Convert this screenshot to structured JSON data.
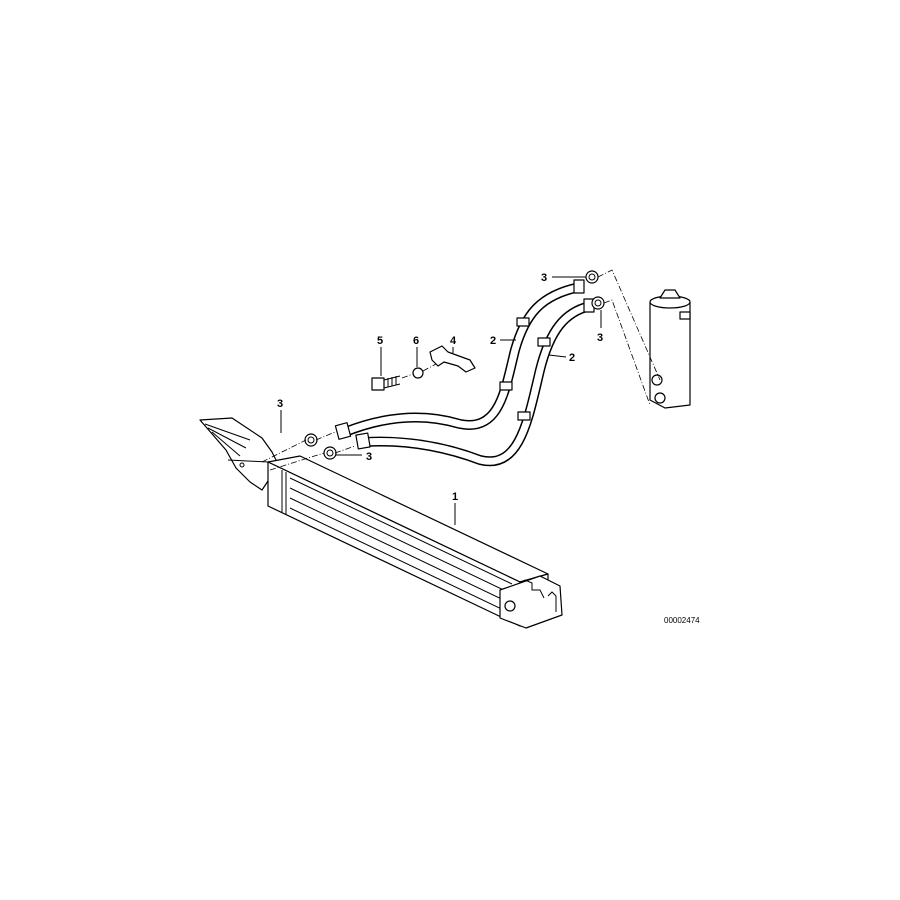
{
  "diagram": {
    "callouts": [
      {
        "part": "1"
      },
      {
        "part": "2"
      },
      {
        "part": "2"
      },
      {
        "part": "3"
      },
      {
        "part": "3"
      },
      {
        "part": "3"
      },
      {
        "part": "3"
      },
      {
        "part": "4"
      },
      {
        "part": "5"
      },
      {
        "part": "6"
      }
    ],
    "diagram_id": "00002474",
    "colors": {
      "line": "#000000",
      "background": "#ffffff"
    }
  }
}
